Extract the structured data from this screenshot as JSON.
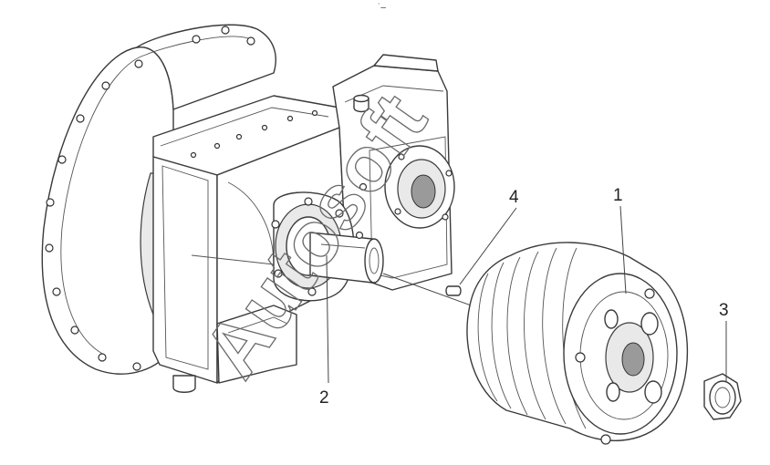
{
  "diagram": {
    "callouts": [
      {
        "label": "1"
      },
      {
        "label": "2"
      },
      {
        "label": "3"
      },
      {
        "label": "4"
      }
    ],
    "watermark": "Autosoft",
    "top_mark": "˙–"
  },
  "colors": {
    "line": "#3a3a3a",
    "background": "#ffffff",
    "watermark": "#6a6a6a"
  }
}
